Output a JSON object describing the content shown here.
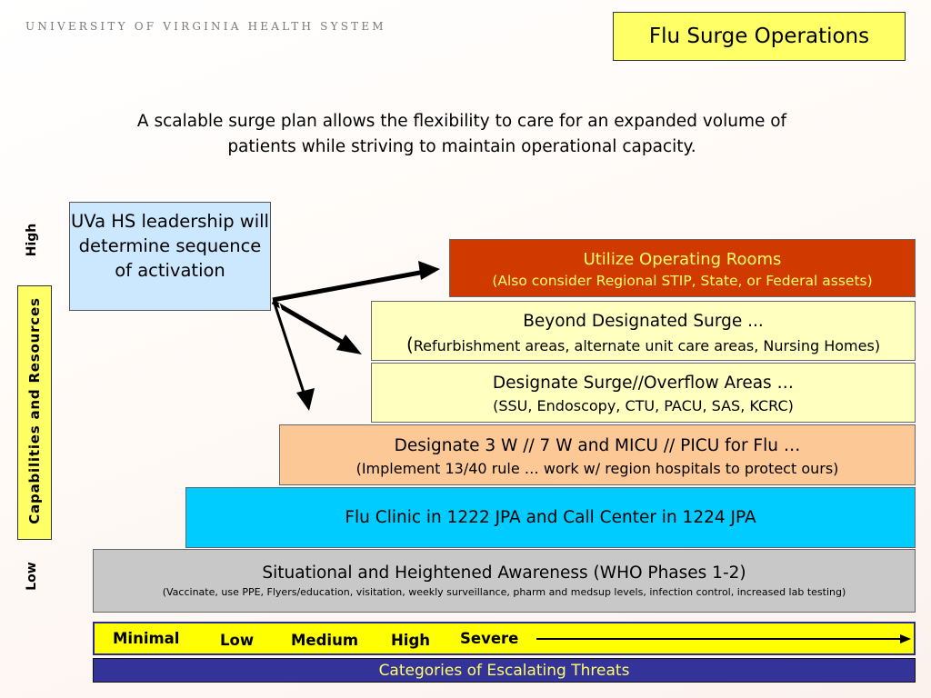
{
  "header": {
    "org_name": "UNIVERSITY OF VIRGINIA HEALTH SYSTEM",
    "title": "Flu Surge Operations"
  },
  "subtitle": {
    "line1": "A scalable surge plan allows the flexibility to care for an expanded volume of",
    "line2": "patients while striving to maintain operational capacity."
  },
  "leadership": {
    "text": "UVa HS leadership will determine sequence of activation"
  },
  "y_axis": {
    "high": "High",
    "low": "Low",
    "label": "Capabilities and Resources"
  },
  "tiers": {
    "operating_rooms": {
      "title": "Utilize Operating Rooms",
      "detail": "(Also consider Regional STIP, State, or Federal assets)"
    },
    "beyond_surge": {
      "title": "Beyond Designated Surge ...",
      "paren_open": "(",
      "detail": "Refurbishment areas, alternate unit care areas, Nursing Homes)"
    },
    "designate_surge": {
      "title": "Designate Surge//Overflow Areas …",
      "detail": "(SSU, Endoscopy, CTU, PACU, SAS, KCRC)"
    },
    "designate_units": {
      "title": "Designate 3 W // 7 W and MICU //  PICU for Flu …",
      "detail": "(Implement 13/40 rule … work w/ region hospitals to protect ours)"
    },
    "flu_clinic": {
      "title": "Flu Clinic in 1222 JPA and Call Center in 1224 JPA"
    },
    "awareness": {
      "title": "Situational and Heightened Awareness (WHO Phases 1-2)",
      "detail": "(Vaccinate, use PPE, Flyers/education, visitation, weekly surveillance, pharm and medsup levels, infection control, increased lab testing)"
    }
  },
  "threat_levels": [
    "Minimal",
    "Low",
    "Medium",
    "High",
    "Severe"
  ],
  "categories_label": "Categories of Escalating Threats",
  "colors": {
    "title_bg": "#ffff66",
    "leadership_bg": "#cce8ff",
    "operating_rooms_bg": "#d03a00",
    "surge_bg": "#ffffc0",
    "units_bg": "#fcc896",
    "clinic_bg": "#00ccff",
    "awareness_bg": "#c8c8c8",
    "threat_bar_bg": "#ffff00",
    "categories_bg": "#33339a"
  }
}
